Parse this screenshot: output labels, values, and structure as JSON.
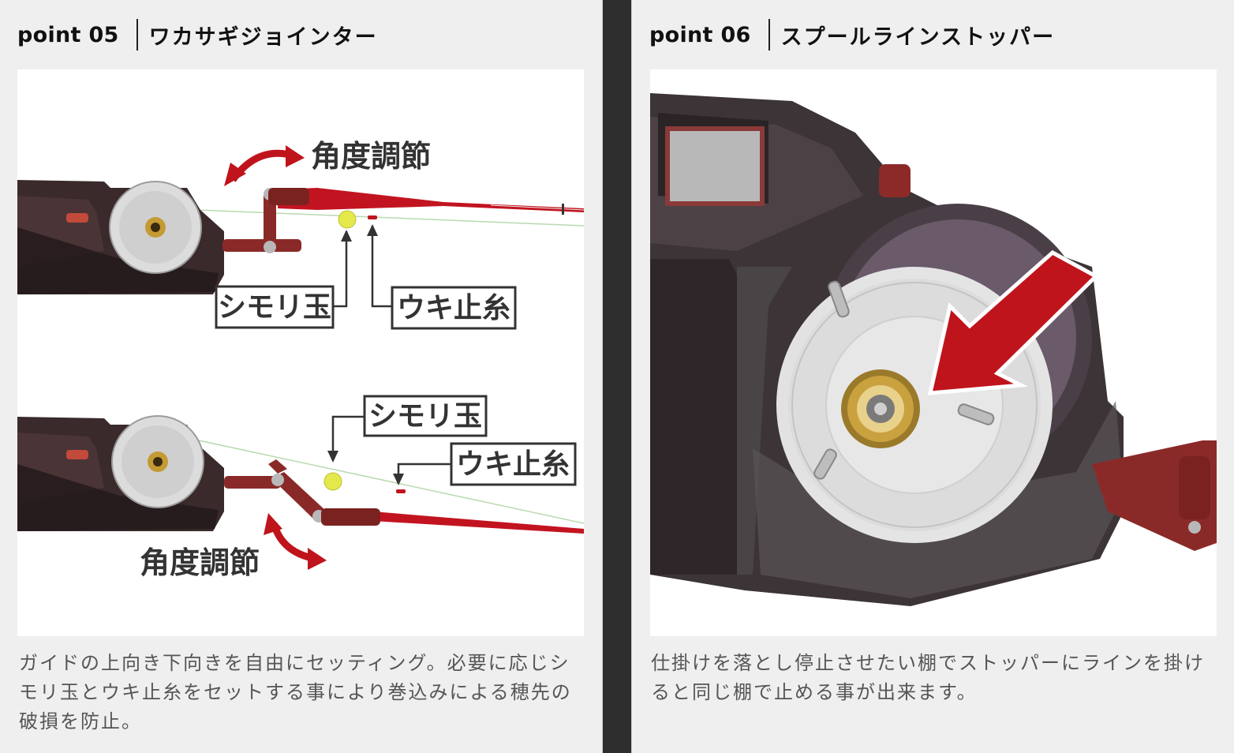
{
  "cards": [
    {
      "point": "point 05",
      "title": "ワカサギジョインター",
      "callouts": {
        "top_angle": "角度調節",
        "top_bead": "シモリ玉",
        "top_stopper": "ウキ止糸",
        "bottom_bead": "シモリ玉",
        "bottom_stopper": "ウキ止糸",
        "bottom_angle": "角度調節"
      },
      "description": "ガイドの上向き下向きを自由にセッティング。必要に応じシモリ玉とウキ止糸をセットする事により巻込みによる穂先の破損を防止。"
    },
    {
      "point": "point 06",
      "title": "スプールラインストッパー",
      "description": "仕掛けを落とし停止させたい棚でストッパーにラインを掛けると同じ棚で止める事が出来ます。"
    }
  ],
  "colors": {
    "page_bg": "#2e2e2e",
    "card_bg": "#efefef",
    "accent_red": "#c0141c",
    "reel_body": "#3a2a2c",
    "bead_yellow": "#e4e84a"
  }
}
